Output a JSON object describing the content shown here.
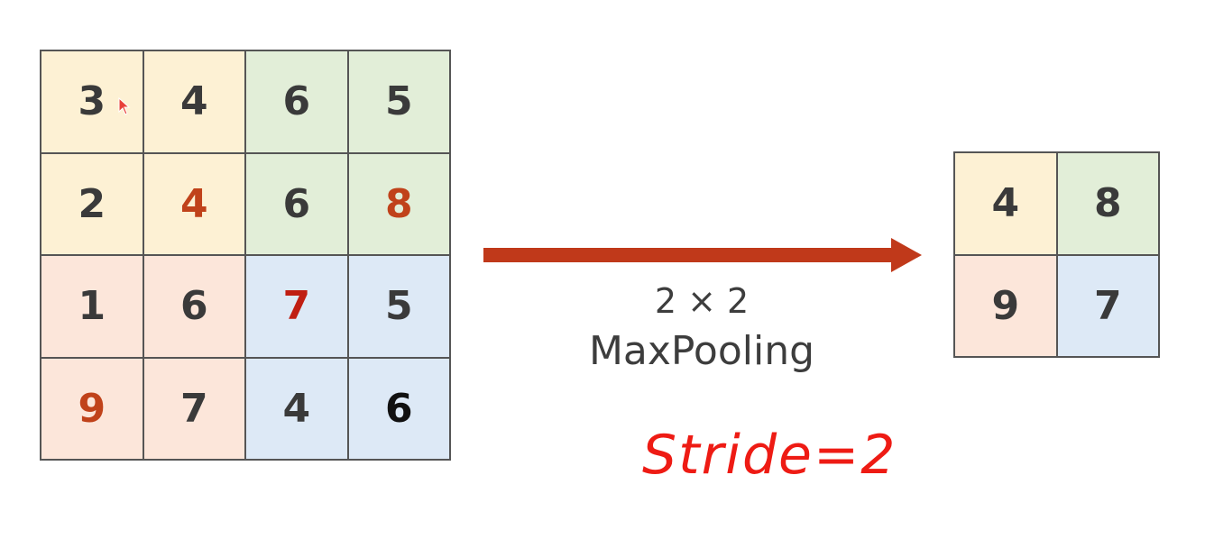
{
  "input_grid": {
    "rows": [
      [
        {
          "value": "3",
          "color": "#3a3a3a",
          "fill": "#fdf1d4"
        },
        {
          "value": "4",
          "color": "#3a3a3a",
          "fill": "#fdf1d4"
        },
        {
          "value": "6",
          "color": "#3a3a3a",
          "fill": "#e2eed8"
        },
        {
          "value": "5",
          "color": "#3a3a3a",
          "fill": "#e2eed8"
        }
      ],
      [
        {
          "value": "2",
          "color": "#3a3a3a",
          "fill": "#fdf1d4"
        },
        {
          "value": "4",
          "color": "#c0421a",
          "fill": "#fdf1d4"
        },
        {
          "value": "6",
          "color": "#3a3a3a",
          "fill": "#e2eed8"
        },
        {
          "value": "8",
          "color": "#c0421a",
          "fill": "#e2eed8"
        }
      ],
      [
        {
          "value": "1",
          "color": "#3a3a3a",
          "fill": "#fce6da"
        },
        {
          "value": "6",
          "color": "#3a3a3a",
          "fill": "#fce6da"
        },
        {
          "value": "7",
          "color": "#c01e12",
          "fill": "#dde9f6"
        },
        {
          "value": "5",
          "color": "#3a3a3a",
          "fill": "#dde9f6"
        }
      ],
      [
        {
          "value": "9",
          "color": "#c0421a",
          "fill": "#fce6da"
        },
        {
          "value": "7",
          "color": "#3a3a3a",
          "fill": "#fce6da"
        },
        {
          "value": "4",
          "color": "#3a3a3a",
          "fill": "#dde9f6"
        },
        {
          "value": "6",
          "color": "#111111",
          "fill": "#dde9f6"
        }
      ]
    ]
  },
  "operation": {
    "size_label": "2 × 2",
    "name": "MaxPooling",
    "arrow_color": "#c0391a"
  },
  "annotation": {
    "text": "Stride=2",
    "color": "#ee1b14"
  },
  "output_grid": {
    "rows": [
      [
        {
          "value": "4",
          "color": "#3a3a3a",
          "fill": "#fdf1d4"
        },
        {
          "value": "8",
          "color": "#3a3a3a",
          "fill": "#e2eed8"
        }
      ],
      [
        {
          "value": "9",
          "color": "#3a3a3a",
          "fill": "#fce6da"
        },
        {
          "value": "7",
          "color": "#3a3a3a",
          "fill": "#dde9f6"
        }
      ]
    ]
  }
}
